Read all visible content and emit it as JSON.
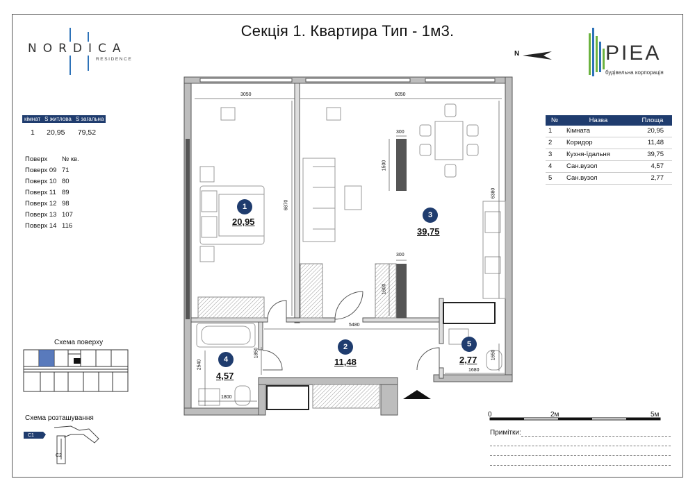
{
  "title": "Секція 1. Квартира Тип - 1м3.",
  "logo_left": {
    "word": "NORDICA",
    "sub": "RESIDENCE"
  },
  "logo_right": {
    "word": "PIEA",
    "sub": "будівельна корпорація"
  },
  "north": "N",
  "summary": {
    "headers": [
      "кімнат",
      "S житлова",
      "S загальна"
    ],
    "values": [
      "1",
      "20,95",
      "79,52"
    ]
  },
  "floors": {
    "headers": [
      "Поверх",
      "№ кв."
    ],
    "rows": [
      [
        "Поверх 09",
        "71"
      ],
      [
        "Поверх 10",
        "80"
      ],
      [
        "Поверх 11",
        "89"
      ],
      [
        "Поверх 12",
        "98"
      ],
      [
        "Поверх 13",
        "107"
      ],
      [
        "Поверх 14",
        "116"
      ]
    ]
  },
  "schema_floor_label": "Схема поверху",
  "schema_location_label": "Схема розташування",
  "location_labels": {
    "c1": "C1",
    "c2": "C2"
  },
  "rooms_table": {
    "headers": [
      "№",
      "Назва",
      "Площа"
    ],
    "rows": [
      [
        "1",
        "Кімната",
        "20,95"
      ],
      [
        "2",
        "Коридор",
        "11,48"
      ],
      [
        "3",
        "Кухня-їдальня",
        "39,75"
      ],
      [
        "4",
        "Сан.вузол",
        "4,57"
      ],
      [
        "5",
        "Сан.вузол",
        "2,77"
      ]
    ]
  },
  "plan": {
    "rooms": [
      {
        "num": "1",
        "area": "20,95"
      },
      {
        "num": "2",
        "area": "11,48"
      },
      {
        "num": "3",
        "area": "39,75"
      },
      {
        "num": "4",
        "area": "4,57"
      },
      {
        "num": "5",
        "area": "2,77"
      }
    ],
    "dims": {
      "d3050": "3050",
      "d6050": "6050",
      "d6870": "6870",
      "d6380": "6380",
      "d1500": "1500",
      "d300a": "300",
      "d300b": "300",
      "d1600": "1600",
      "d5480": "5480",
      "d1850": "1850",
      "d2540": "2540",
      "d1800": "1800",
      "d1680": "1680",
      "d1650": "1650"
    }
  },
  "scale": {
    "zero": "0",
    "mid": "2м",
    "end": "5м"
  },
  "notes_label": "Примітки:",
  "colors": {
    "accent": "#1f3c6e",
    "logo_blue": "#2d72b8",
    "logo_green": "#6cb33f"
  }
}
